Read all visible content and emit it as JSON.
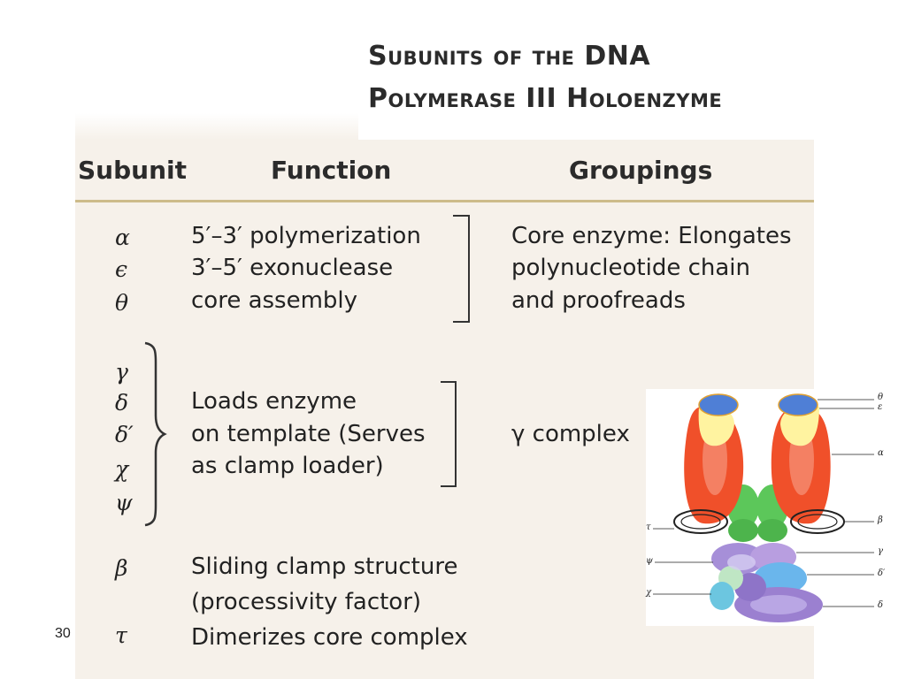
{
  "title": {
    "line1_a": "Subunits of the",
    "line1_b": "DNA",
    "line2_a": "Polymerase III Holoenzyme"
  },
  "table": {
    "headers": {
      "subunit": "Subunit",
      "function": "Function",
      "groupings": "Groupings"
    },
    "rows": [
      {
        "symbol": "α",
        "function": "5′–3′ polymerization"
      },
      {
        "symbol": "ϵ",
        "function": "3′–5′ exonuclease"
      },
      {
        "symbol": "θ",
        "function": "core assembly"
      },
      {
        "symbol": "γ"
      },
      {
        "symbol": "δ",
        "function": "Loads enzyme"
      },
      {
        "symbol": "δ′",
        "function": "on template (Serves"
      },
      {
        "symbol": "χ",
        "function": "as clamp loader)"
      },
      {
        "symbol": "ψ"
      },
      {
        "symbol": "β",
        "function": "Sliding clamp structure"
      },
      {
        "symbol": "",
        "function": "(processivity factor)"
      },
      {
        "symbol": "τ",
        "function": "Dimerizes core complex"
      }
    ],
    "groupings": {
      "core_line1": "Core enzyme: Elongates",
      "core_line2": "polynucleotide chain",
      "core_line3": "and proofreads",
      "gamma": "γ complex"
    }
  },
  "diagram_labels": {
    "theta": "θ",
    "epsilon": "ε",
    "alpha": "α",
    "beta": "β",
    "tau": "τ",
    "gamma": "γ",
    "psi": "ψ",
    "delta_prime": "δ′",
    "chi": "χ",
    "delta": "δ"
  },
  "page_number": "30",
  "colors": {
    "panel": "#f6f1ea",
    "rule": "#cdbb8a",
    "alpha": "#f0502a",
    "epsilon": "#fff3a0",
    "theta": "#4f7fd6",
    "tau": "#5cc75a",
    "gamma": "#a68fd8",
    "delta": "#9b80d0",
    "chi": "#6cc6e0"
  }
}
